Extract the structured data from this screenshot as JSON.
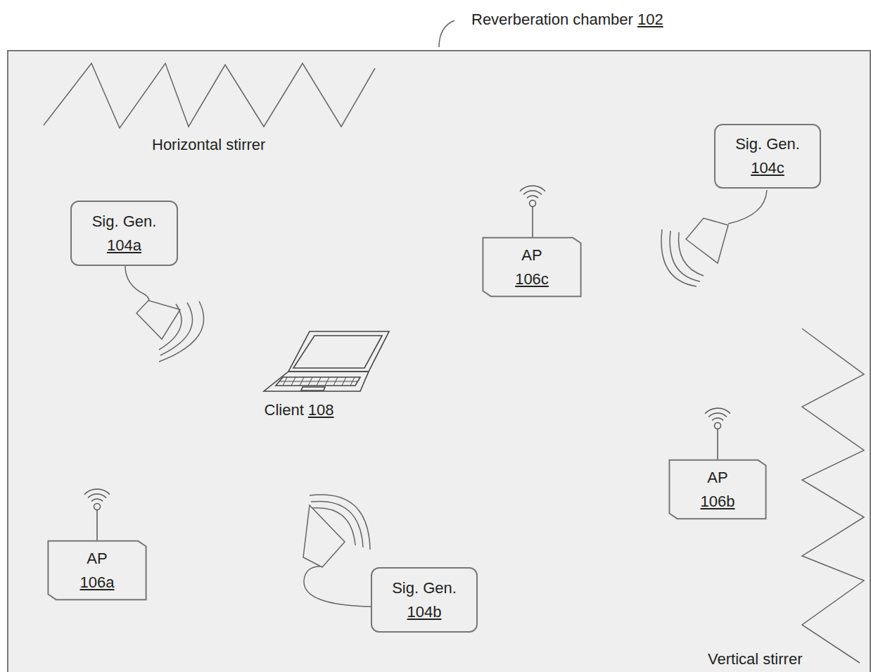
{
  "diagram": {
    "nodes": [
      {
        "text": [
          "Reverberation chamber",
          "102"
        ]
      },
      {
        "text": [
          "Sig. Gen.",
          "104c"
        ],
        "in": 0
      },
      {
        "text": [
          "Sig. Gen.",
          "104a"
        ],
        "in": 0
      },
      {
        "text": [
          "AP",
          "106c"
        ],
        "in": 0
      },
      {
        "text": [
          "Client",
          "108"
        ],
        "in": 0
      },
      {
        "text": [
          "AP",
          "106b"
        ],
        "in": 0
      },
      {
        "text": [
          "AP",
          "106a"
        ],
        "in": 0
      },
      {
        "text": [
          "Sig. Gen.",
          "104b"
        ],
        "in": 0
      }
    ],
    "labels": [
      "Horizontal stirrer",
      "Vertical stirrer"
    ]
  }
}
